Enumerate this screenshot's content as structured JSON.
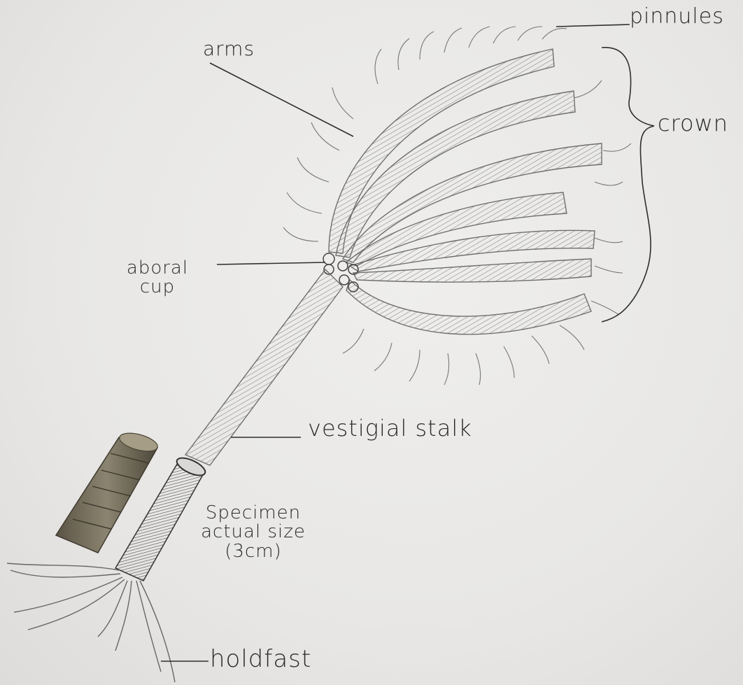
{
  "labels": {
    "pinnules": "pinnules",
    "arms": "arms",
    "crown": "crown",
    "aboral_line1": "aboral",
    "aboral_line2": "cup",
    "vestigial_stalk": "vestigial stalk",
    "specimen_line1": "Specimen",
    "specimen_line2": "actual size",
    "specimen_line3": "(3cm)",
    "holdfast": "holdfast"
  },
  "colors": {
    "paper": "#e9e8e7",
    "pencil": "#4a4a4a",
    "specimen": "#6b6456"
  }
}
